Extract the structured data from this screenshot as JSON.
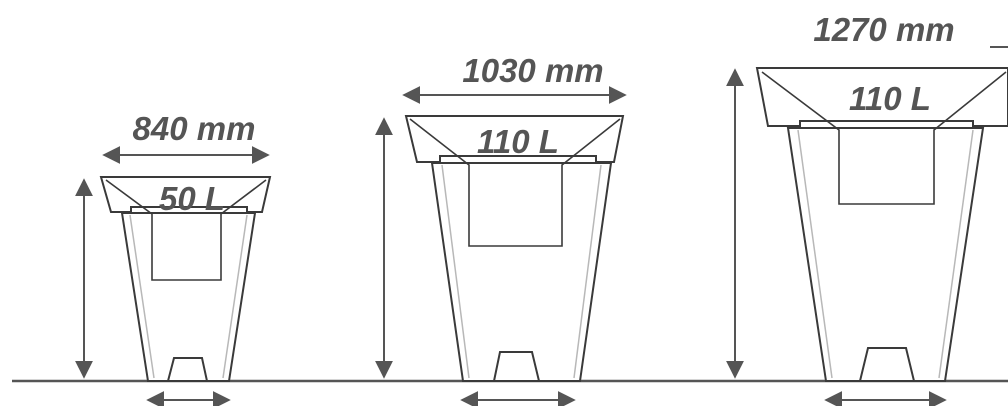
{
  "planters": [
    {
      "width_label": "840 mm",
      "volume_label": "50 L"
    },
    {
      "width_label": "1030 mm",
      "volume_label": "110 L"
    },
    {
      "width_label": "1270 mm",
      "volume_label": "110 L"
    }
  ],
  "colors": {
    "outline": "#3a3a3a",
    "annotation": "#555555",
    "inner_edge": "#b8b8b8",
    "background": "#ffffff"
  }
}
